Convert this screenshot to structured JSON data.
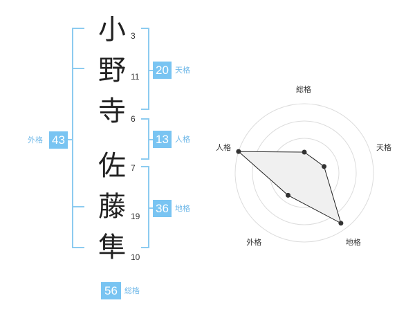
{
  "name": {
    "surname": [
      {
        "char": "小",
        "strokes": "3"
      },
      {
        "char": "野",
        "strokes": "11"
      },
      {
        "char": "寺",
        "strokes": "6"
      }
    ],
    "given": [
      {
        "char": "佐",
        "strokes": "7"
      },
      {
        "char": "藤",
        "strokes": "19"
      },
      {
        "char": "隼",
        "strokes": "10"
      }
    ]
  },
  "fortunes": {
    "tenkaku": {
      "value": "20",
      "label": "天格"
    },
    "jinkaku": {
      "value": "13",
      "label": "人格"
    },
    "chikaku": {
      "value": "36",
      "label": "地格"
    },
    "gaikaku": {
      "value": "43",
      "label": "外格"
    },
    "soukaku": {
      "value": "56",
      "label": "総格"
    }
  },
  "chart_data": {
    "type": "radar",
    "axes": [
      "総格",
      "天格",
      "地格",
      "外格",
      "人格"
    ],
    "values": [
      0.3,
      0.3,
      0.9,
      0.4,
      1.0
    ],
    "rings": 4
  },
  "colors": {
    "accent": "#79c4f2",
    "line": "#8ccbf0"
  }
}
